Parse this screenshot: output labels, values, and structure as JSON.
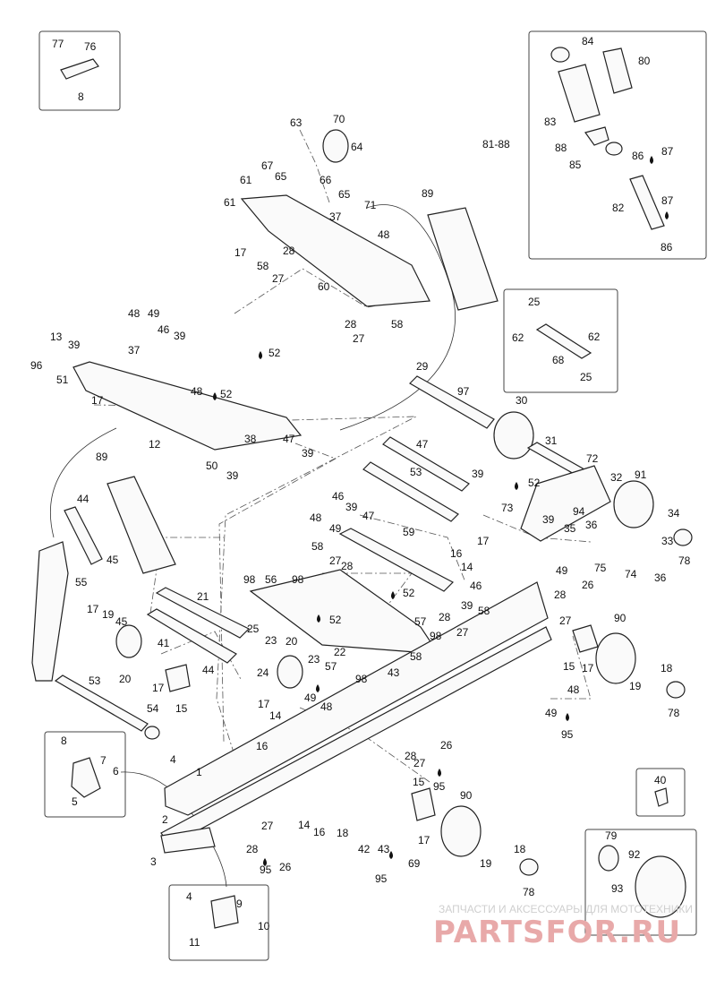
{
  "callouts": [
    {
      "id": "c77",
      "text": "77"
    },
    {
      "id": "c76",
      "text": "76"
    },
    {
      "id": "c8a",
      "text": "8"
    },
    {
      "id": "c84",
      "text": "84"
    },
    {
      "id": "c80",
      "text": "80"
    },
    {
      "id": "c83",
      "text": "83"
    },
    {
      "id": "c81",
      "text": "81-88"
    },
    {
      "id": "c88",
      "text": "88"
    },
    {
      "id": "c85",
      "text": "85"
    },
    {
      "id": "c86a",
      "text": "86"
    },
    {
      "id": "c87a",
      "text": "87"
    },
    {
      "id": "c82",
      "text": "82"
    },
    {
      "id": "c87b",
      "text": "87"
    },
    {
      "id": "c86b",
      "text": "86"
    },
    {
      "id": "c63",
      "text": "63"
    },
    {
      "id": "c70",
      "text": "70"
    },
    {
      "id": "c64",
      "text": "64"
    },
    {
      "id": "c67",
      "text": "67"
    },
    {
      "id": "c65a",
      "text": "65"
    },
    {
      "id": "c61a",
      "text": "61"
    },
    {
      "id": "c66",
      "text": "66"
    },
    {
      "id": "c65b",
      "text": "65"
    },
    {
      "id": "c71",
      "text": "71"
    },
    {
      "id": "c61b",
      "text": "61"
    },
    {
      "id": "c37a",
      "text": "37"
    },
    {
      "id": "c89a",
      "text": "89"
    },
    {
      "id": "c48a",
      "text": "48"
    },
    {
      "id": "c17a",
      "text": "17"
    },
    {
      "id": "c28a",
      "text": "28"
    },
    {
      "id": "c58a",
      "text": "58"
    },
    {
      "id": "c27a",
      "text": "27"
    },
    {
      "id": "c60",
      "text": "60"
    },
    {
      "id": "c28b",
      "text": "28"
    },
    {
      "id": "c58b",
      "text": "58"
    },
    {
      "id": "c27b",
      "text": "27"
    },
    {
      "id": "c25a",
      "text": "25"
    },
    {
      "id": "c62a",
      "text": "62"
    },
    {
      "id": "c62b",
      "text": "62"
    },
    {
      "id": "c68",
      "text": "68"
    },
    {
      "id": "c25b",
      "text": "25"
    },
    {
      "id": "c48b",
      "text": "48"
    },
    {
      "id": "c49a",
      "text": "49"
    },
    {
      "id": "c46a",
      "text": "46"
    },
    {
      "id": "c39a",
      "text": "39"
    },
    {
      "id": "c13",
      "text": "13"
    },
    {
      "id": "c39b",
      "text": "39"
    },
    {
      "id": "c96",
      "text": "96"
    },
    {
      "id": "c51",
      "text": "51"
    },
    {
      "id": "c37b",
      "text": "37"
    },
    {
      "id": "c52a",
      "text": "52"
    },
    {
      "id": "c48c",
      "text": "48"
    },
    {
      "id": "c52b",
      "text": "52"
    },
    {
      "id": "c17b",
      "text": "17"
    },
    {
      "id": "c12",
      "text": "12"
    },
    {
      "id": "c38",
      "text": "38"
    },
    {
      "id": "c47a",
      "text": "47"
    },
    {
      "id": "c39c",
      "text": "39"
    },
    {
      "id": "c50",
      "text": "50"
    },
    {
      "id": "c39d",
      "text": "39"
    },
    {
      "id": "c29",
      "text": "29"
    },
    {
      "id": "c97",
      "text": "97"
    },
    {
      "id": "c30",
      "text": "30"
    },
    {
      "id": "c31",
      "text": "31"
    },
    {
      "id": "c47b",
      "text": "47"
    },
    {
      "id": "c72",
      "text": "72"
    },
    {
      "id": "c53",
      "text": "53"
    },
    {
      "id": "c39e",
      "text": "39"
    },
    {
      "id": "c52c",
      "text": "52"
    },
    {
      "id": "c32",
      "text": "32"
    },
    {
      "id": "c91",
      "text": "91"
    },
    {
      "id": "c73",
      "text": "73"
    },
    {
      "id": "c94",
      "text": "94"
    },
    {
      "id": "c34",
      "text": "34"
    },
    {
      "id": "c39f",
      "text": "39"
    },
    {
      "id": "c35",
      "text": "35"
    },
    {
      "id": "c36a",
      "text": "36"
    },
    {
      "id": "c33",
      "text": "33"
    },
    {
      "id": "c78a",
      "text": "78"
    },
    {
      "id": "c75",
      "text": "75"
    },
    {
      "id": "c74",
      "text": "74"
    },
    {
      "id": "c36b",
      "text": "36"
    },
    {
      "id": "c89b",
      "text": "89"
    },
    {
      "id": "c44a",
      "text": "44"
    },
    {
      "id": "c45a",
      "text": "45"
    },
    {
      "id": "c55",
      "text": "55"
    },
    {
      "id": "c46b",
      "text": "46"
    },
    {
      "id": "c48d",
      "text": "48"
    },
    {
      "id": "c49b",
      "text": "49"
    },
    {
      "id": "c39g",
      "text": "39"
    },
    {
      "id": "c47c",
      "text": "47"
    },
    {
      "id": "c58c",
      "text": "58"
    },
    {
      "id": "c27c",
      "text": "27"
    },
    {
      "id": "c28c",
      "text": "28"
    },
    {
      "id": "c59",
      "text": "59"
    },
    {
      "id": "c16a",
      "text": "16"
    },
    {
      "id": "c17c",
      "text": "17"
    },
    {
      "id": "c14a",
      "text": "14"
    },
    {
      "id": "c49c",
      "text": "49"
    },
    {
      "id": "c26a",
      "text": "26"
    },
    {
      "id": "c28d",
      "text": "28"
    },
    {
      "id": "c27d",
      "text": "27"
    },
    {
      "id": "c98a",
      "text": "98"
    },
    {
      "id": "c56",
      "text": "56"
    },
    {
      "id": "c98b",
      "text": "98"
    },
    {
      "id": "c52d",
      "text": "52"
    },
    {
      "id": "c52e",
      "text": "52"
    },
    {
      "id": "c46c",
      "text": "46"
    },
    {
      "id": "c39h",
      "text": "39"
    },
    {
      "id": "c58d",
      "text": "58"
    },
    {
      "id": "c28e",
      "text": "28"
    },
    {
      "id": "c27e",
      "text": "27"
    },
    {
      "id": "c57a",
      "text": "57"
    },
    {
      "id": "c98c",
      "text": "98"
    },
    {
      "id": "c21",
      "text": "21"
    },
    {
      "id": "c17d",
      "text": "17"
    },
    {
      "id": "c19a",
      "text": "19"
    },
    {
      "id": "c45b",
      "text": "45"
    },
    {
      "id": "c41",
      "text": "41"
    },
    {
      "id": "c25c",
      "text": "25"
    },
    {
      "id": "c23a",
      "text": "23"
    },
    {
      "id": "c20a",
      "text": "20"
    },
    {
      "id": "c23b",
      "text": "23"
    },
    {
      "id": "c24",
      "text": "24"
    },
    {
      "id": "c57b",
      "text": "57"
    },
    {
      "id": "c22",
      "text": "22"
    },
    {
      "id": "c43a",
      "text": "43"
    },
    {
      "id": "c58e",
      "text": "58"
    },
    {
      "id": "c98d",
      "text": "98"
    },
    {
      "id": "c44b",
      "text": "44"
    },
    {
      "id": "c20b",
      "text": "20"
    },
    {
      "id": "c17e",
      "text": "17"
    },
    {
      "id": "c15a",
      "text": "15"
    },
    {
      "id": "c90a",
      "text": "90"
    },
    {
      "id": "c15b",
      "text": "15"
    },
    {
      "id": "c17f",
      "text": "17"
    },
    {
      "id": "c18a",
      "text": "18"
    },
    {
      "id": "c19b",
      "text": "19"
    },
    {
      "id": "c78b",
      "text": "78"
    },
    {
      "id": "c49d",
      "text": "49"
    },
    {
      "id": "c48e",
      "text": "48"
    },
    {
      "id": "c95a",
      "text": "95"
    },
    {
      "id": "c53b",
      "text": "53"
    },
    {
      "id": "c54",
      "text": "54"
    },
    {
      "id": "c48f",
      "text": "48"
    },
    {
      "id": "c49e",
      "text": "49"
    },
    {
      "id": "c17g",
      "text": "17"
    },
    {
      "id": "c14b",
      "text": "14"
    },
    {
      "id": "c16b",
      "text": "16"
    },
    {
      "id": "c26b",
      "text": "26"
    },
    {
      "id": "c28f",
      "text": "28"
    },
    {
      "id": "c27f",
      "text": "27"
    },
    {
      "id": "c95b",
      "text": "95"
    },
    {
      "id": "c8b",
      "text": "8"
    },
    {
      "id": "c7",
      "text": "7"
    },
    {
      "id": "c6",
      "text": "6"
    },
    {
      "id": "c5",
      "text": "5"
    },
    {
      "id": "c4a",
      "text": "4"
    },
    {
      "id": "c1",
      "text": "1"
    },
    {
      "id": "c15c",
      "text": "15"
    },
    {
      "id": "c90b",
      "text": "90"
    },
    {
      "id": "c40",
      "text": "40"
    },
    {
      "id": "c2",
      "text": "2"
    },
    {
      "id": "c14c",
      "text": "14"
    },
    {
      "id": "c16c",
      "text": "16"
    },
    {
      "id": "c18b",
      "text": "18"
    },
    {
      "id": "c17h",
      "text": "17"
    },
    {
      "id": "c27g",
      "text": "27"
    },
    {
      "id": "c28g",
      "text": "28"
    },
    {
      "id": "c42",
      "text": "42"
    },
    {
      "id": "c43b",
      "text": "43"
    },
    {
      "id": "c69",
      "text": "69"
    },
    {
      "id": "c18c",
      "text": "18"
    },
    {
      "id": "c19c",
      "text": "19"
    },
    {
      "id": "c79",
      "text": "79"
    },
    {
      "id": "c92",
      "text": "92"
    },
    {
      "id": "c93",
      "text": "93"
    },
    {
      "id": "c3",
      "text": "3"
    },
    {
      "id": "c95c",
      "text": "95"
    },
    {
      "id": "c26c",
      "text": "26"
    },
    {
      "id": "c95d",
      "text": "95"
    },
    {
      "id": "c78c",
      "text": "78"
    },
    {
      "id": "c4b",
      "text": "4"
    },
    {
      "id": "c9",
      "text": "9"
    },
    {
      "id": "c10",
      "text": "10"
    },
    {
      "id": "c11",
      "text": "11"
    }
  ],
  "watermark": {
    "caption": "ЗАПЧАСТИ И АКСЕССУАРЫ ДЛЯ МОТОТЕХНИКИ",
    "brand": "PARTSFOR.RU"
  }
}
